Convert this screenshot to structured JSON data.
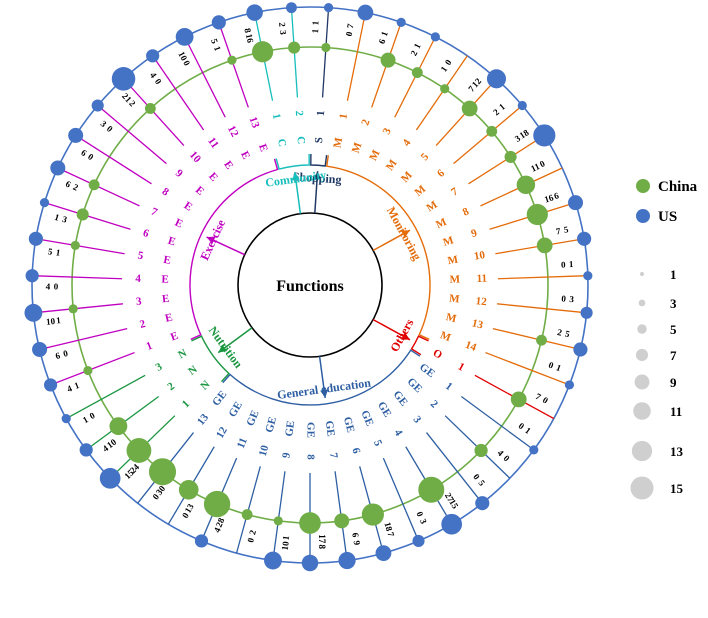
{
  "chart_data": {
    "type": "radial-bubble",
    "center_label": "Functions",
    "series": [
      {
        "name": "China",
        "color": "#70ad47"
      },
      {
        "name": "US",
        "color": "#4472c4"
      }
    ],
    "size_legend": [
      "1",
      "3",
      "5",
      "7",
      "9",
      "11",
      "13",
      "15"
    ],
    "groups": [
      {
        "name": "Shopping",
        "color": "#1f3864",
        "items": [
          {
            "code": "S",
            "num": "1",
            "china": 1,
            "us": 1
          }
        ]
      },
      {
        "name": "Monitoring",
        "color": "#e46c0a",
        "items": [
          {
            "code": "M",
            "num": "1",
            "china": 0,
            "us": 7
          },
          {
            "code": "M",
            "num": "2",
            "china": 6,
            "us": 1
          },
          {
            "code": "M",
            "num": "3",
            "china": 2,
            "us": 1
          },
          {
            "code": "M",
            "num": "4",
            "china": 1,
            "us": 0
          },
          {
            "code": "M",
            "num": "5",
            "china": 7,
            "us": 12
          },
          {
            "code": "M",
            "num": "6",
            "china": 2,
            "us": 1
          },
          {
            "code": "M",
            "num": "7",
            "china": 3,
            "us": 18
          },
          {
            "code": "M",
            "num": "8",
            "china": 11,
            "us": 0
          },
          {
            "code": "M",
            "num": "9",
            "china": 16,
            "us": 6
          },
          {
            "code": "M",
            "num": "10",
            "china": 7,
            "us": 5
          },
          {
            "code": "M",
            "num": "11",
            "china": 0,
            "us": 1
          },
          {
            "code": "M",
            "num": "12",
            "china": 0,
            "us": 3
          },
          {
            "code": "M",
            "num": "13",
            "china": 2,
            "us": 5
          },
          {
            "code": "M",
            "num": "14",
            "china": 0,
            "us": 1
          }
        ]
      },
      {
        "name": "Others",
        "color": "#e00000",
        "items": [
          {
            "code": "O",
            "num": "1",
            "china": 7,
            "us": 0
          }
        ]
      },
      {
        "name": "General education",
        "color": "#2e5fa3",
        "items": [
          {
            "code": "GE",
            "num": "1",
            "china": 0,
            "us": 1
          },
          {
            "code": "GE",
            "num": "2",
            "china": 4,
            "us": 0
          },
          {
            "code": "GE",
            "num": "3",
            "china": 0,
            "us": 5
          },
          {
            "code": "GE",
            "num": "4",
            "china": 27,
            "us": 15
          },
          {
            "code": "GE",
            "num": "5",
            "china": 0,
            "us": 3
          },
          {
            "code": "GE",
            "num": "6",
            "china": 18,
            "us": 7
          },
          {
            "code": "GE",
            "num": "7",
            "china": 6,
            "us": 9
          },
          {
            "code": "GE",
            "num": "8",
            "china": 17,
            "us": 8
          },
          {
            "code": "GE",
            "num": "9",
            "china": 1,
            "us": 10
          },
          {
            "code": "GE",
            "num": "10",
            "china": 2,
            "us": 0
          },
          {
            "code": "GE",
            "num": "11",
            "china": 28,
            "us": 4
          },
          {
            "code": "GE",
            "num": "12",
            "china": 13,
            "us": 0
          },
          {
            "code": "GE",
            "num": "13",
            "china": 30,
            "us": 0
          }
        ]
      },
      {
        "name": "Nutrition",
        "color": "#1a9641",
        "items": [
          {
            "code": "N",
            "num": "1",
            "china": 24,
            "us": 15
          },
          {
            "code": "N",
            "num": "2",
            "china": 10,
            "us": 4
          },
          {
            "code": "N",
            "num": "3",
            "china": 0,
            "us": 1
          }
        ]
      },
      {
        "name": "Exercise",
        "color": "#c000c0",
        "items": [
          {
            "code": "E",
            "num": "1",
            "china": 1,
            "us": 4
          },
          {
            "code": "E",
            "num": "2",
            "china": 0,
            "us": 6
          },
          {
            "code": "E",
            "num": "3",
            "china": 1,
            "us": 10
          },
          {
            "code": "E",
            "num": "4",
            "china": 0,
            "us": 4
          },
          {
            "code": "E",
            "num": "5",
            "china": 1,
            "us": 5
          },
          {
            "code": "E",
            "num": "6",
            "china": 3,
            "us": 1
          },
          {
            "code": "E",
            "num": "7",
            "china": 2,
            "us": 6
          },
          {
            "code": "E",
            "num": "8",
            "china": 0,
            "us": 6
          },
          {
            "code": "E",
            "num": "9",
            "china": 0,
            "us": 3
          },
          {
            "code": "E",
            "num": "10",
            "china": 2,
            "us": 21
          },
          {
            "code": "E",
            "num": "11",
            "china": 0,
            "us": 4
          },
          {
            "code": "E",
            "num": "12",
            "china": 0,
            "us": 10
          },
          {
            "code": "E",
            "num": "13",
            "china": 1,
            "us": 5
          }
        ]
      },
      {
        "name": "Community",
        "color": "#17bebb",
        "items": [
          {
            "code": "C",
            "num": "1",
            "china": 16,
            "us": 8
          },
          {
            "code": "C",
            "num": "2",
            "china": 3,
            "us": 2
          }
        ]
      }
    ]
  }
}
